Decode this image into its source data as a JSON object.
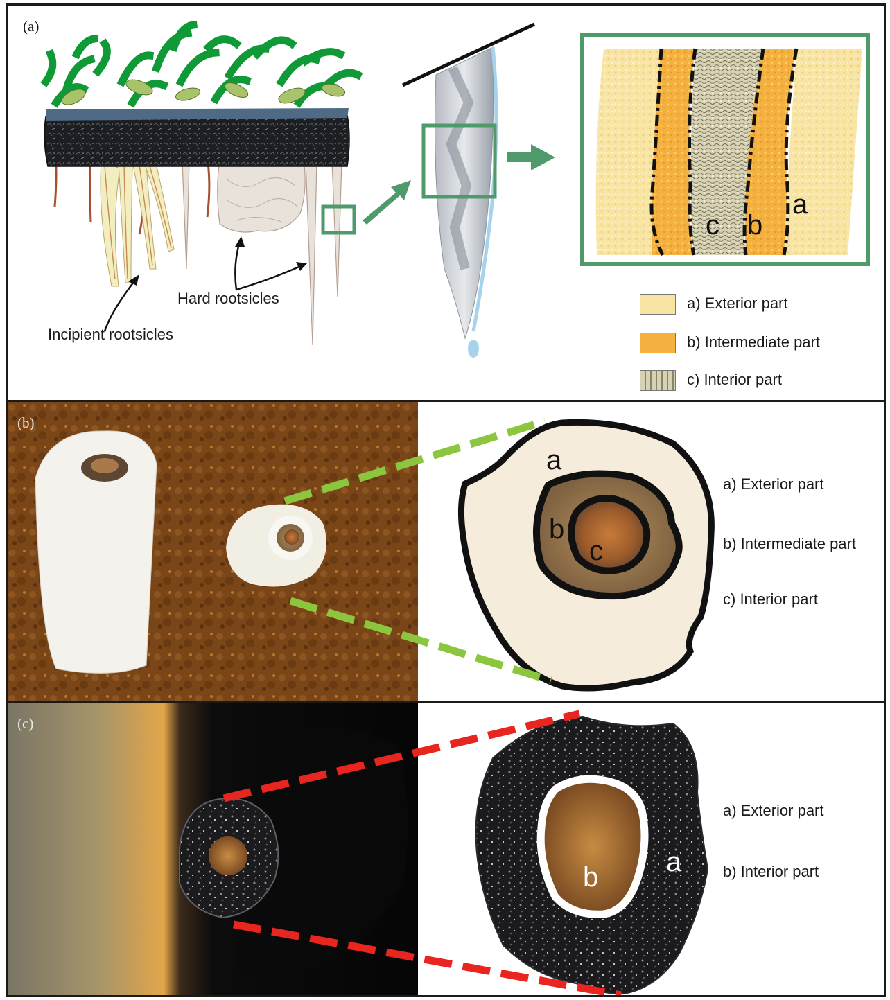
{
  "panels": {
    "a": {
      "letter": "(a)",
      "labels": {
        "incipient": "Incipient rootsicles",
        "hard": "Hard rootsicles"
      },
      "letters": {
        "a": "a",
        "b": "b",
        "c": "c"
      },
      "legend": [
        {
          "label": "a) Exterior part",
          "color": "#f7e3a0"
        },
        {
          "label": "b) Intermediate part",
          "color": "#f4b13f"
        },
        {
          "label": "c) Interior part",
          "color": "#c9c3a6"
        }
      ],
      "colors": {
        "box": "#4f9a6b",
        "foliage": "#12a43c",
        "roots": "#a5512f"
      }
    },
    "b": {
      "letter": "(b)",
      "letters": {
        "a": "a",
        "b": "b",
        "c": "c"
      },
      "legend": [
        "a) Exterior part",
        "b) Intermediate part",
        "c) Interior part"
      ],
      "colors": {
        "dash": "#8cc63f"
      }
    },
    "c": {
      "letter": "(c)",
      "letters": {
        "a": "a",
        "b": "b"
      },
      "legend": [
        "a) Exterior part",
        "b) Interior part"
      ],
      "colors": {
        "dash": "#e8251f"
      }
    }
  }
}
